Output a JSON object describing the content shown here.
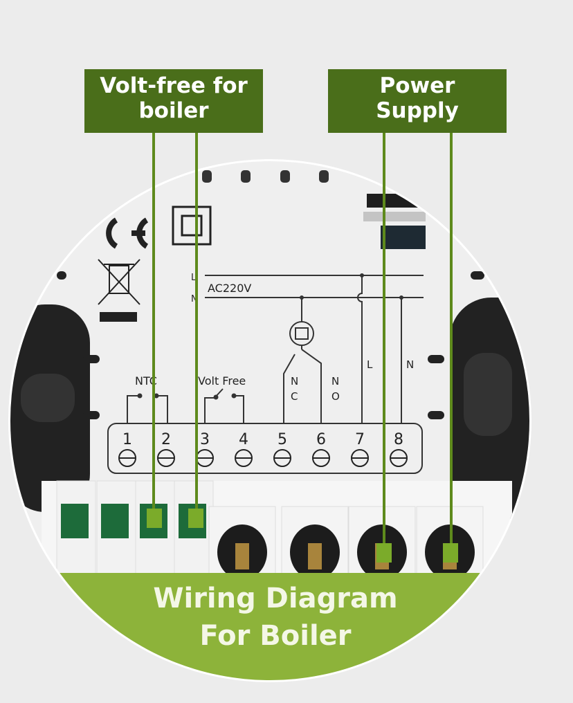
{
  "labels": {
    "volt_free": {
      "line1": "Volt-free for",
      "line2": "boiler"
    },
    "power_supply": {
      "line1": "Power",
      "line2": "Supply"
    }
  },
  "device": {
    "supply_voltage": "AC220V",
    "line_marks": {
      "live": "L",
      "neutral": "N"
    },
    "sensor_label": "NTC",
    "volt_free_label": "Volt Free",
    "relay_labels": {
      "nc": [
        "N",
        "C"
      ],
      "no": [
        "N",
        "O"
      ]
    },
    "supply_taps": {
      "live": "L",
      "neutral": "N"
    },
    "terminals": [
      "1",
      "2",
      "3",
      "4",
      "5",
      "6",
      "7",
      "8"
    ],
    "icons": [
      "ce-mark-icon",
      "double-insulation-icon",
      "weee-bin-icon",
      "relay-coil-icon"
    ]
  },
  "banner": {
    "line1": "Wiring Diagram",
    "line2": "For Boiler"
  },
  "colors": {
    "label_bg": "#4a6e1a",
    "wire": "#5e8a1c",
    "banner": "#8db33a",
    "background": "#ececec"
  }
}
